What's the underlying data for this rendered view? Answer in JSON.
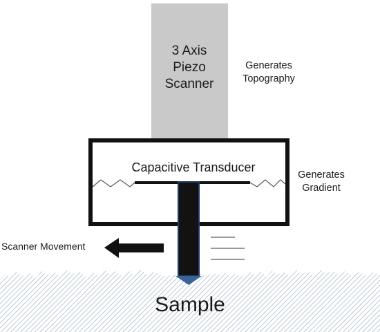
{
  "scanner": {
    "lines": [
      "3 Axis",
      "Piezo",
      "Scanner"
    ],
    "annotation_lines": [
      "Generates",
      "Topography"
    ]
  },
  "transducer": {
    "label": "Capacitive Transducer",
    "annotation_lines": [
      "Generates",
      "Gradient"
    ]
  },
  "movement": {
    "label": "Scanner Movement"
  },
  "sample": {
    "label": "Sample"
  },
  "colors": {
    "scanner_fill": "#c9c9c9",
    "frame_stroke": "#111111",
    "probe_fill": "#121212",
    "probe_outline": "#1f3a66",
    "probe_tip": "#3a6496",
    "sample_hatch": "#a9bccb",
    "arrow_fill": "#111111"
  }
}
